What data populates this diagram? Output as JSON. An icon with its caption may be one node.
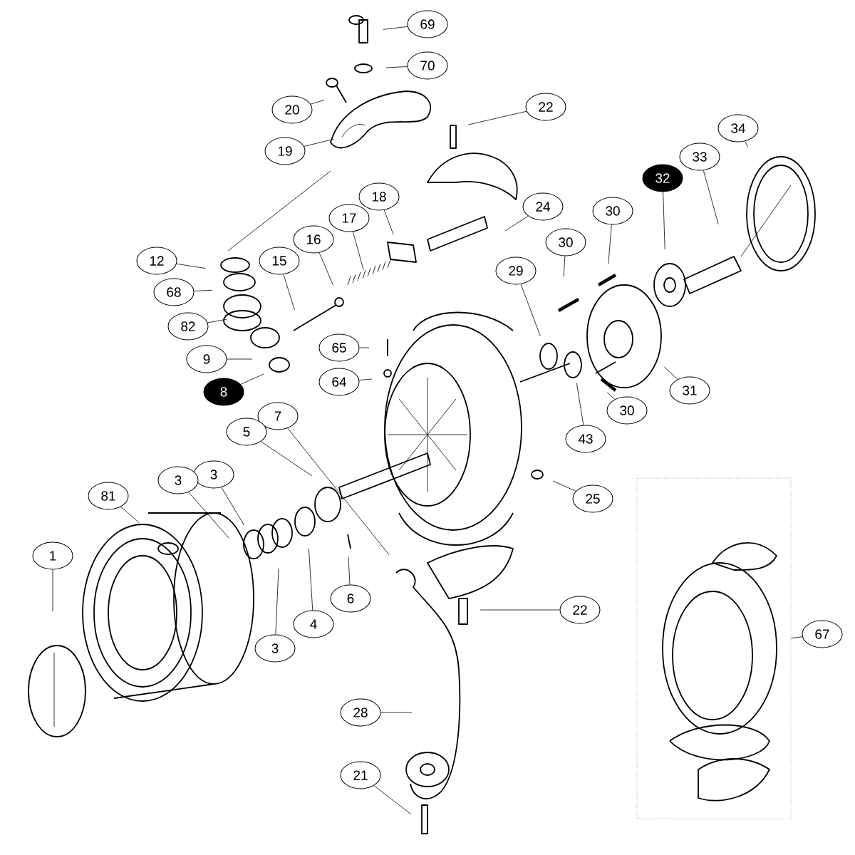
{
  "diagram": {
    "nodes": [
      {
        "text": [
          "69"
        ]
      },
      {
        "text": [
          "70"
        ]
      },
      {
        "text": [
          "20"
        ]
      },
      {
        "text": [
          "22"
        ]
      },
      {
        "text": [
          "19"
        ]
      },
      {
        "text": [
          "18"
        ]
      },
      {
        "text": [
          "24"
        ]
      },
      {
        "text": [
          "17"
        ]
      },
      {
        "text": [
          "16"
        ]
      },
      {
        "text": [
          "15"
        ]
      },
      {
        "text": [
          "12"
        ]
      },
      {
        "text": [
          "30"
        ]
      },
      {
        "text": [
          "32"
        ]
      },
      {
        "text": [
          "33"
        ]
      },
      {
        "text": [
          "34"
        ]
      },
      {
        "text": [
          "30"
        ]
      },
      {
        "text": [
          "29"
        ]
      },
      {
        "text": [
          "68"
        ]
      },
      {
        "text": [
          "82"
        ]
      },
      {
        "text": [
          "9"
        ]
      },
      {
        "text": [
          "65"
        ]
      },
      {
        "text": [
          "64"
        ]
      },
      {
        "text": [
          "8"
        ]
      },
      {
        "text": [
          "31"
        ]
      },
      {
        "text": [
          "30"
        ]
      },
      {
        "text": [
          "7"
        ]
      },
      {
        "text": [
          "5"
        ]
      },
      {
        "text": [
          "43"
        ]
      },
      {
        "text": [
          "3"
        ]
      },
      {
        "text": [
          "3"
        ]
      },
      {
        "text": [
          "25"
        ]
      },
      {
        "text": [
          "81"
        ]
      },
      {
        "text": [
          "1"
        ]
      },
      {
        "text": [
          "6"
        ]
      },
      {
        "text": [
          "22"
        ]
      },
      {
        "text": [
          "4"
        ]
      },
      {
        "text": [
          "67"
        ]
      },
      {
        "text": [
          "3"
        ]
      },
      {
        "text": [
          "28"
        ]
      },
      {
        "text": [
          "21"
        ]
      },
      {
        "text": [],
        "shape": "box"
      }
    ],
    "edges": [
      {
        "from": 0,
        "to": null,
        "arrow": "none"
      },
      {
        "from": 1,
        "to": null,
        "arrow": "none"
      },
      {
        "from": 2,
        "to": null,
        "arrow": "none"
      },
      {
        "from": 3,
        "to": null,
        "arrow": "none"
      },
      {
        "from": 4,
        "to": null,
        "arrow": "none"
      },
      {
        "from": 5,
        "to": null,
        "arrow": "none"
      },
      {
        "from": 6,
        "to": null,
        "arrow": "none"
      },
      {
        "from": 7,
        "to": null,
        "arrow": "none"
      },
      {
        "from": 8,
        "to": null,
        "arrow": "none"
      },
      {
        "from": 9,
        "to": null,
        "arrow": "none"
      },
      {
        "from": 10,
        "to": null,
        "arrow": "none"
      },
      {
        "from": 11,
        "to": null,
        "arrow": "none"
      },
      {
        "from": 12,
        "to": null,
        "arrow": "none"
      },
      {
        "from": 13,
        "to": null,
        "arrow": "none"
      },
      {
        "from": 14,
        "to": null,
        "arrow": "none"
      },
      {
        "from": 15,
        "to": null,
        "arrow": "none"
      },
      {
        "from": 16,
        "to": null,
        "arrow": "none"
      },
      {
        "from": 17,
        "to": null,
        "arrow": "none"
      },
      {
        "from": 18,
        "to": null,
        "arrow": "none"
      },
      {
        "from": 19,
        "to": null,
        "arrow": "none"
      },
      {
        "from": 20,
        "to": null,
        "arrow": "none"
      },
      {
        "from": 21,
        "to": null,
        "arrow": "none"
      },
      {
        "from": 22,
        "to": null,
        "arrow": "none"
      },
      {
        "from": 23,
        "to": null,
        "arrow": "none"
      },
      {
        "from": 24,
        "to": null,
        "arrow": "none"
      },
      {
        "from": 25,
        "to": null,
        "arrow": "none"
      },
      {
        "from": 26,
        "to": null,
        "arrow": "none"
      },
      {
        "from": 27,
        "to": null,
        "arrow": "none"
      },
      {
        "from": 28,
        "to": null,
        "arrow": "none"
      },
      {
        "from": 29,
        "to": null,
        "arrow": "none"
      },
      {
        "from": 30,
        "to": null,
        "arrow": "none"
      },
      {
        "from": 31,
        "to": null,
        "arrow": "none"
      },
      {
        "from": 32,
        "to": null,
        "arrow": "none"
      },
      {
        "from": 33,
        "to": null,
        "arrow": "none"
      },
      {
        "from": 34,
        "to": null,
        "arrow": "none"
      },
      {
        "from": 35,
        "to": null,
        "arrow": "none"
      },
      {
        "from": 36,
        "to": 40,
        "arrow": "none"
      },
      {
        "from": 37,
        "to": null,
        "arrow": "none"
      },
      {
        "from": 38,
        "to": null,
        "arrow": "none"
      },
      {
        "from": 39,
        "to": null,
        "arrow": "none"
      }
    ]
  }
}
